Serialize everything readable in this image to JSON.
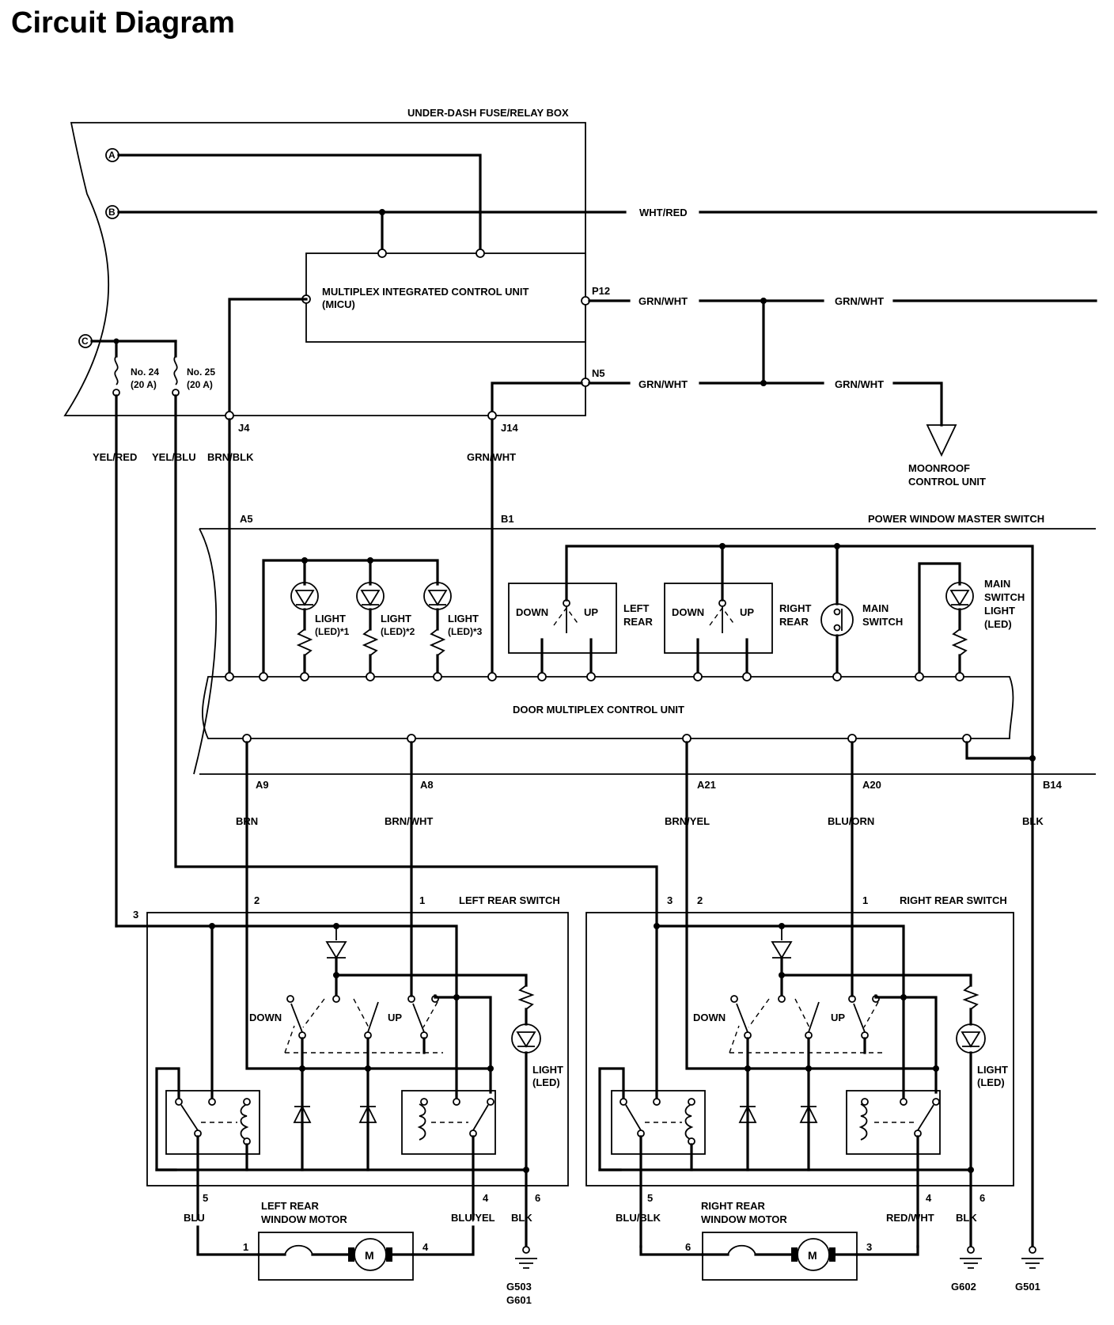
{
  "title": "Circuit Diagram",
  "units": {
    "fuse_box": "UNDER-DASH FUSE/RELAY BOX",
    "micu": [
      "MULTIPLEX INTEGRATED CONTROL UNIT",
      "(MICU)"
    ],
    "master_switch": "POWER WINDOW MASTER SWITCH",
    "door_unit": "DOOR MULTIPLEX CONTROL UNIT",
    "moonroof": [
      "MOONROOF",
      "CONTROL UNIT"
    ],
    "left_rear_switch": "LEFT REAR SWITCH",
    "right_rear_switch": "RIGHT REAR SWITCH",
    "left_motor": [
      "LEFT REAR",
      "WINDOW MOTOR"
    ],
    "right_motor": [
      "RIGHT REAR",
      "WINDOW MOTOR"
    ]
  },
  "connectors": {
    "a": "A",
    "b": "B",
    "c": "C",
    "fuse24": [
      "No. 24",
      "(20 A)"
    ],
    "fuse25": [
      "No. 25",
      "(20 A)"
    ]
  },
  "terminals": {
    "p12": "P12",
    "n5": "N5",
    "j4": "J4",
    "j14": "J14",
    "a5": "A5",
    "b1": "B1",
    "a9": "A9",
    "a8": "A8",
    "a21": "A21",
    "a20": "A20",
    "b14": "B14",
    "lr2": "2",
    "lr1": "1",
    "lr3": "3",
    "lr5": "5",
    "lr4": "4",
    "lr6": "6",
    "rr3": "3",
    "rr2": "2",
    "rr1": "1",
    "rr5": "5",
    "rr4": "4",
    "rr6": "6",
    "lm1": "1",
    "lm4": "4",
    "rm6": "6",
    "rm3": "3"
  },
  "wires": {
    "wht_red": "WHT/RED",
    "grn_wht": "GRN/WHT",
    "yel_red": "YEL/RED",
    "yel_blu": "YEL/BLU",
    "brn_blk": "BRN/BLK",
    "brn": "BRN",
    "brn_wht": "BRN/WHT",
    "brn_yel": "BRN/YEL",
    "blu_orn": "BLU/ORN",
    "blk": "BLK",
    "blu": "BLU",
    "blu_yel": "BLU/YEL",
    "blu_blk": "BLU/BLK",
    "red_wht": "RED/WHT"
  },
  "components": {
    "light1": [
      "LIGHT",
      "(LED)*1"
    ],
    "light2": [
      "LIGHT",
      "(LED)*2"
    ],
    "light3": [
      "LIGHT",
      "(LED)*3"
    ],
    "down": "DOWN",
    "up": "UP",
    "left_rear": [
      "LEFT",
      "REAR"
    ],
    "right_rear": [
      "RIGHT",
      "REAR"
    ],
    "main_switch": [
      "MAIN",
      "SWITCH"
    ],
    "main_switch_light": [
      "MAIN",
      "SWITCH",
      "LIGHT",
      "(LED)"
    ],
    "light_led": [
      "LIGHT",
      "(LED)"
    ],
    "motor": "M"
  },
  "grounds": {
    "left": [
      "G503",
      "G601"
    ],
    "right": "G602",
    "master": "G501"
  }
}
